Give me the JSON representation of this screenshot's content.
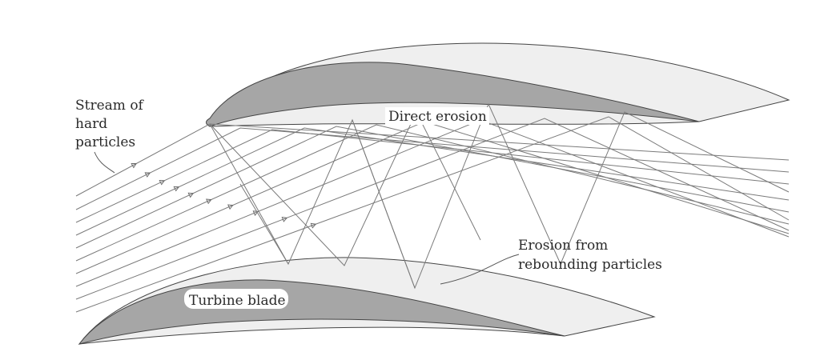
{
  "labels": {
    "stream": [
      "Stream of",
      "hard",
      "particles"
    ],
    "direct_erosion": "Direct erosion",
    "rebound": [
      "Erosion from",
      "rebounding particles"
    ],
    "turbine_blade": "Turbine blade"
  },
  "colors": {
    "blade_dark": "#a6a6a6",
    "blade_light": "#efefef",
    "line": "#7a7a7a",
    "text": "#2a2a2a"
  }
}
